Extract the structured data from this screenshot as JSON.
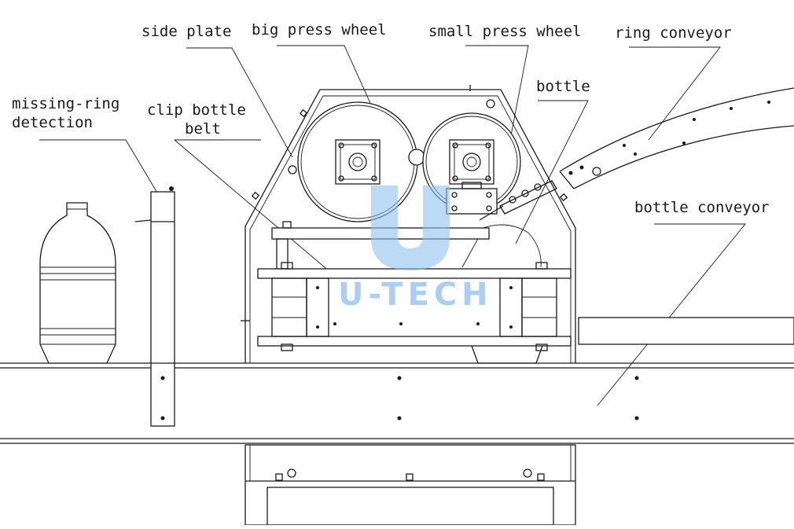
{
  "labels": {
    "side_plate": "side plate",
    "big_press_wheel": "big press wheel",
    "small_press_wheel": "small press wheel",
    "ring_conveyor": "ring conveyor",
    "bottle": "bottle",
    "missing_ring_line1": "missing-ring",
    "missing_ring_line2": "detection",
    "clip_belt_line1": "clip bottle",
    "clip_belt_line2": "belt",
    "bottle_conveyor": "bottle conveyor"
  },
  "watermark": {
    "letter": "U",
    "text": "U-TECH",
    "color": "#8fbff0"
  }
}
